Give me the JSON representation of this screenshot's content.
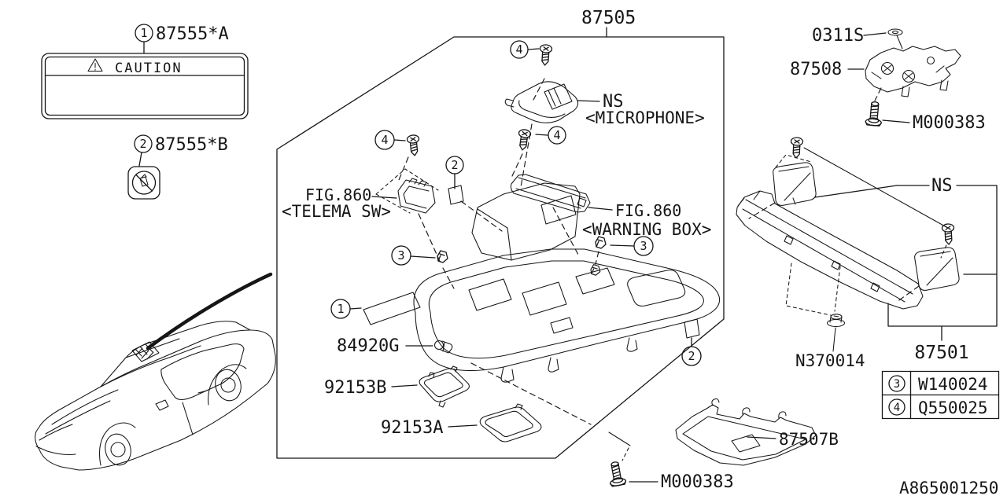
{
  "doc": {
    "diagram_id": "A865001250"
  },
  "colors": {
    "ink": "#161616",
    "background": "#ffffff"
  },
  "refs": {
    "r1": "1",
    "r2": "2",
    "r3": "3",
    "r4": "4"
  },
  "parts": {
    "caution_label": {
      "ref": "1",
      "number": "87555*A",
      "panel_title": "CAUTION"
    },
    "spec_label": {
      "ref": "2",
      "number": "87555*B"
    },
    "console": {
      "number": "87505"
    },
    "microphone": {
      "name": "NS",
      "detail": "<MICROPHONE>"
    },
    "telema_switch": {
      "fig": "FIG.860",
      "detail": "<TELEMA SW>"
    },
    "warning_box": {
      "fig": "FIG.860",
      "detail": "<WARNING BOX>"
    },
    "bulb": {
      "number": "84920G"
    },
    "lens_b": {
      "number": "92153B"
    },
    "lens_a": {
      "number": "92153A"
    },
    "washer": {
      "number": "0311S"
    },
    "bracket": {
      "number": "87508"
    },
    "bolt_upper": {
      "number": "M000383"
    },
    "covers": {
      "name": "NS"
    },
    "rail": {
      "number": "87501"
    },
    "nut": {
      "number": "N370014"
    },
    "tray": {
      "number": "87507B"
    },
    "bolt_lower": {
      "number": "M000383"
    }
  },
  "legend": {
    "rows": [
      {
        "ref": "3",
        "number": "W140024"
      },
      {
        "ref": "4",
        "number": "Q550025"
      }
    ]
  }
}
